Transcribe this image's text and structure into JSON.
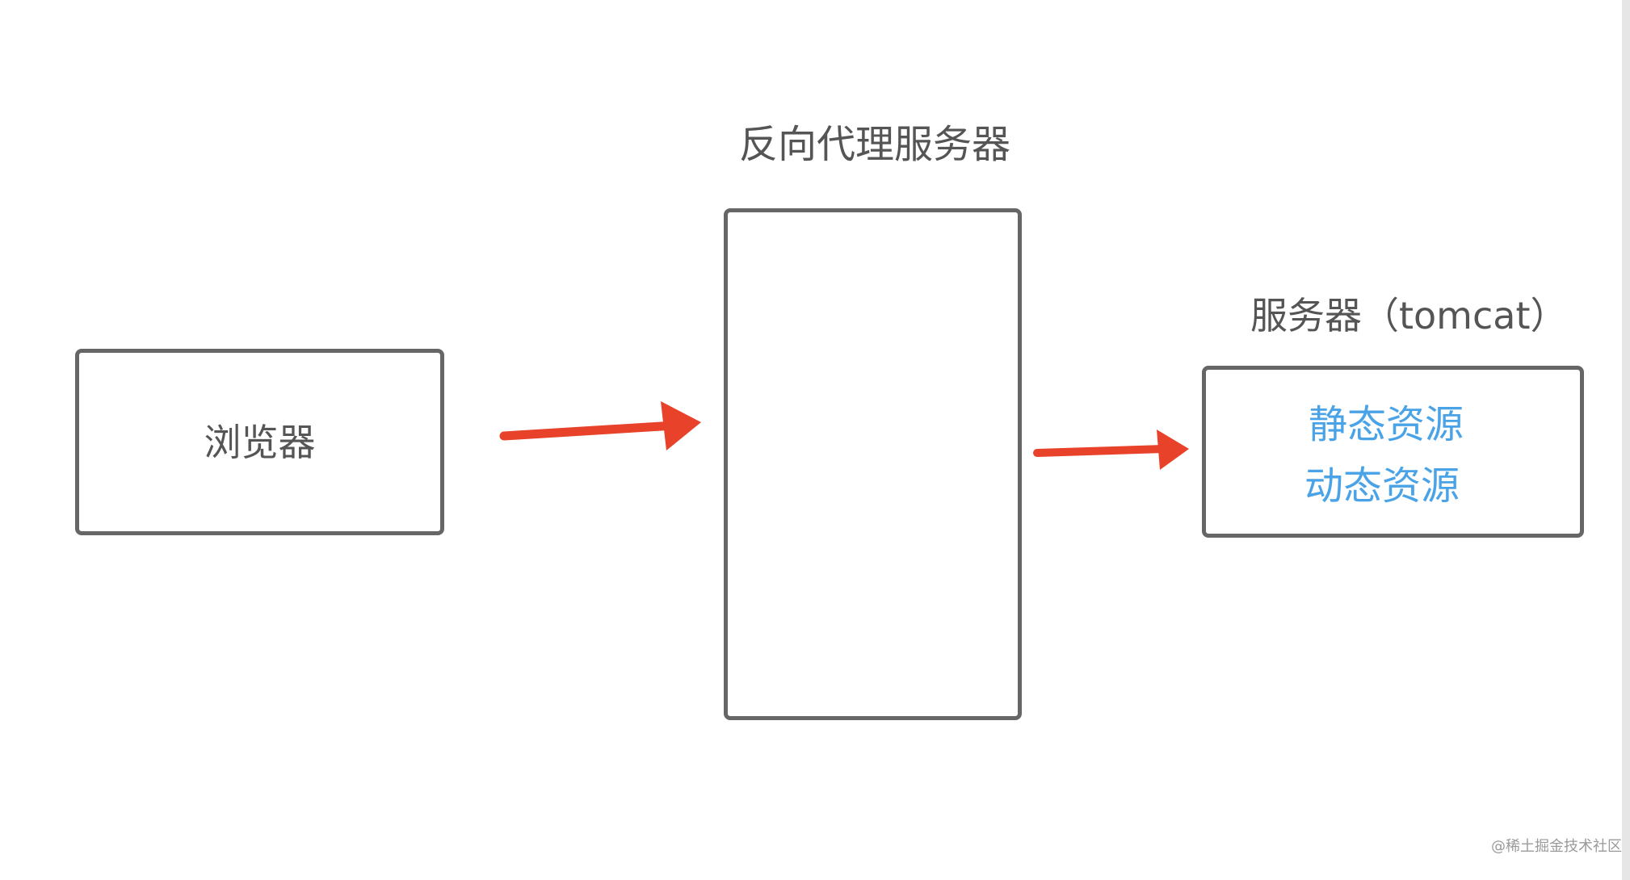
{
  "browser": {
    "label": "浏览器"
  },
  "proxy": {
    "title": "反向代理服务器"
  },
  "server": {
    "title": "服务器（tomcat）",
    "resources": [
      "静态资源",
      "动态资源"
    ]
  },
  "watermark": "@稀土掘金技术社区",
  "colors": {
    "box_border": "#666666",
    "arrow": "#e8432a",
    "resource_text": "#4aa3e6",
    "label_text": "#555555"
  }
}
